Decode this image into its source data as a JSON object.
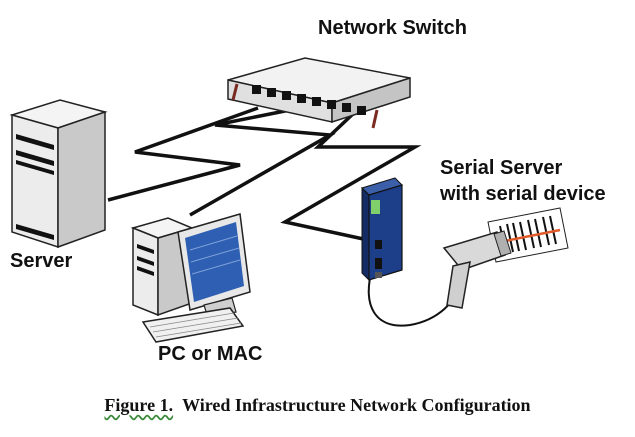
{
  "labels": {
    "network_switch": "Network Switch",
    "serial_server_line1": "Serial Server",
    "serial_server_line2": "with serial device",
    "server": "Server",
    "pc": "PC or MAC"
  },
  "caption": {
    "number": "Figure 1.",
    "text": "Wired Infrastructure Network Configuration"
  },
  "colors": {
    "cable": "#111111",
    "device_gray": "#e6e6e6",
    "serial_server_blue": "#1d3f8a",
    "monitor_screen": "#2f5fb3",
    "ear_accent": "#7a2a1f"
  },
  "icons": [
    "network-switch-icon",
    "server-icon",
    "pc-icon",
    "serial-server-icon",
    "barcode-scanner-icon"
  ]
}
